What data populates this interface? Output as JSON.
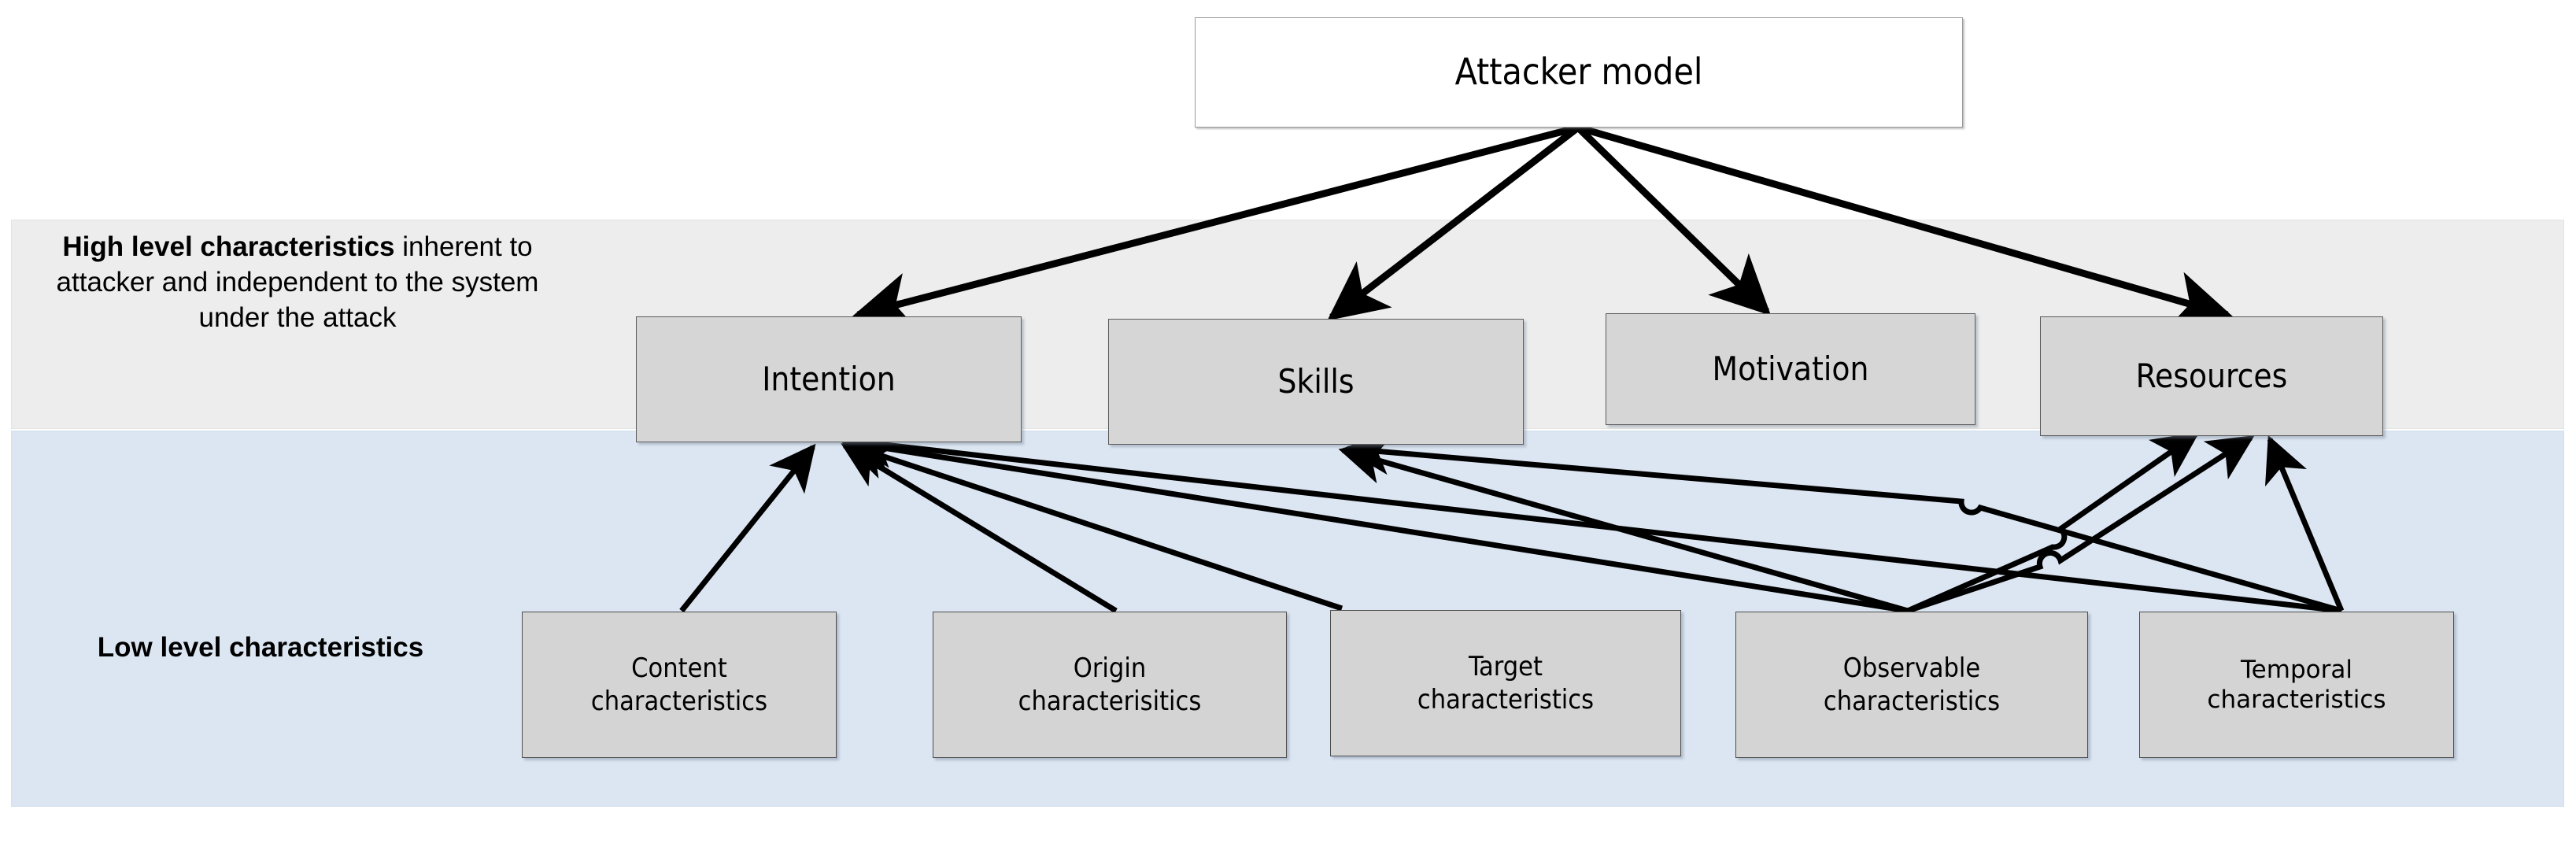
{
  "diagram": {
    "title": "Attacker model",
    "root": {
      "label": "Attacker model"
    },
    "bands": [
      {
        "id": "high-level",
        "label_bold": "High level characteristics",
        "label_rest": " inherent to attacker and independent to the system under the attack",
        "color": "#ecedec"
      },
      {
        "id": "low-level",
        "label_bold": "Low level characteristics",
        "label_rest": "",
        "color": "#dce6f2"
      }
    ],
    "high_level_nodes": [
      {
        "id": "intention",
        "label": "Intention"
      },
      {
        "id": "skills",
        "label": "Skills"
      },
      {
        "id": "motivation",
        "label": "Motivation"
      },
      {
        "id": "resources",
        "label": "Resources"
      }
    ],
    "low_level_nodes": [
      {
        "id": "content",
        "line1": "Content",
        "line2": "characteristics"
      },
      {
        "id": "origin",
        "line1": "Origin",
        "line2": "characterisitics"
      },
      {
        "id": "target",
        "line1": "Target",
        "line2": "characteristics"
      },
      {
        "id": "observable",
        "line1": "Observable",
        "line2": "characteristics"
      },
      {
        "id": "temporal",
        "line1": "Temporal",
        "line2": "characteristics"
      }
    ],
    "edges": [
      {
        "from": "Attacker model",
        "to": "Intention"
      },
      {
        "from": "Attacker model",
        "to": "Skills"
      },
      {
        "from": "Attacker model",
        "to": "Motivation"
      },
      {
        "from": "Attacker model",
        "to": "Resources"
      },
      {
        "from": "Content characteristics",
        "to": "Intention"
      },
      {
        "from": "Origin characterisitics",
        "to": "Intention"
      },
      {
        "from": "Target characteristics",
        "to": "Intention"
      },
      {
        "from": "Observable characteristics",
        "to": "Intention"
      },
      {
        "from": "Temporal characteristics",
        "to": "Intention"
      },
      {
        "from": "Observable characteristics",
        "to": "Skills"
      },
      {
        "from": "Temporal characteristics",
        "to": "Skills"
      },
      {
        "from": "Observable characteristics",
        "to": "Motivation"
      },
      {
        "from": "Observable characteristics",
        "to": "Resources"
      },
      {
        "from": "Temporal characteristics",
        "to": "Resources"
      }
    ],
    "colors": {
      "high_band": "#ecedec",
      "low_band": "#dce6f2",
      "node_fill": "#d6d6d6",
      "root_fill": "#ffffff",
      "edge": "#000000"
    }
  }
}
